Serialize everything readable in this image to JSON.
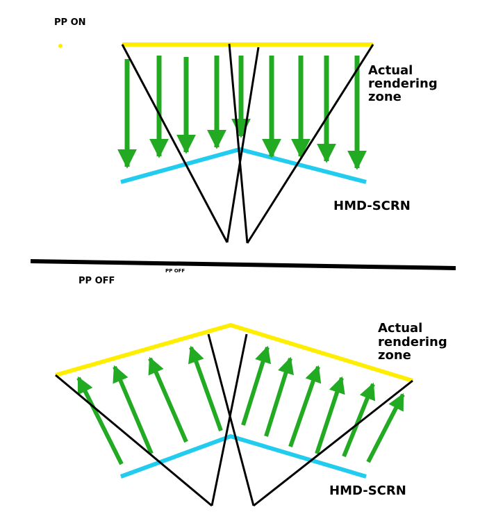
{
  "top": {
    "mode_label": "PP ON",
    "zone_label_lines": [
      "Actual",
      "rendering",
      "zone"
    ],
    "screen_label": "HMD-SCRN"
  },
  "divider": {
    "mode_label": "PP OFF",
    "small_label": "PP OFF"
  },
  "bottom": {
    "zone_label_lines": [
      "Actual",
      "rendering",
      "zone"
    ],
    "screen_label": "HMD-SCRN"
  },
  "colors": {
    "rendering_zone": "#ffee00",
    "hmd_screen": "#22ccee",
    "arrow": "#22aa22",
    "frustum": "#000000"
  },
  "icons": [
    "yellow-dot"
  ]
}
